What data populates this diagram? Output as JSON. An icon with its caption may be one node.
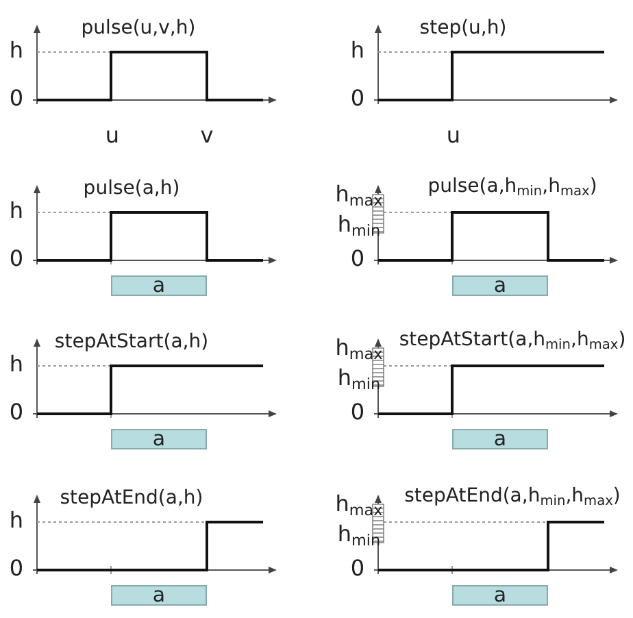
{
  "diagram": {
    "nodes": [
      {
        "text": [
          "a"
        ]
      },
      {
        "text": [
          "a"
        ]
      },
      {
        "text": [
          "a"
        ]
      },
      {
        "text": [
          "a"
        ]
      },
      {
        "text": [
          "a"
        ]
      },
      {
        "text": [
          "a"
        ]
      }
    ],
    "labels": [
      "pulse(u,v,h)",
      "step(u,h)",
      "h",
      "0",
      "h",
      "0",
      "u",
      "v",
      "u",
      "pulse(a,h)",
      "h$_{max}$",
      "pulse(a,h$_{min}$,h$_{max}$)",
      "h",
      "h$_{min}$",
      "0",
      "0",
      "stepAtStart(a,h)",
      "h$_{max}$",
      "stepAtStart(a,h$_{min}$,h$_{max}$)",
      "h",
      "h$_{min}$",
      "0",
      "0",
      "stepAtEnd(a,h)",
      "h$_{max}$",
      "stepAtEnd(a,h$_{min}$,h$_{max}$)",
      "h",
      "h$_{min}$",
      "0",
      "0"
    ]
  }
}
